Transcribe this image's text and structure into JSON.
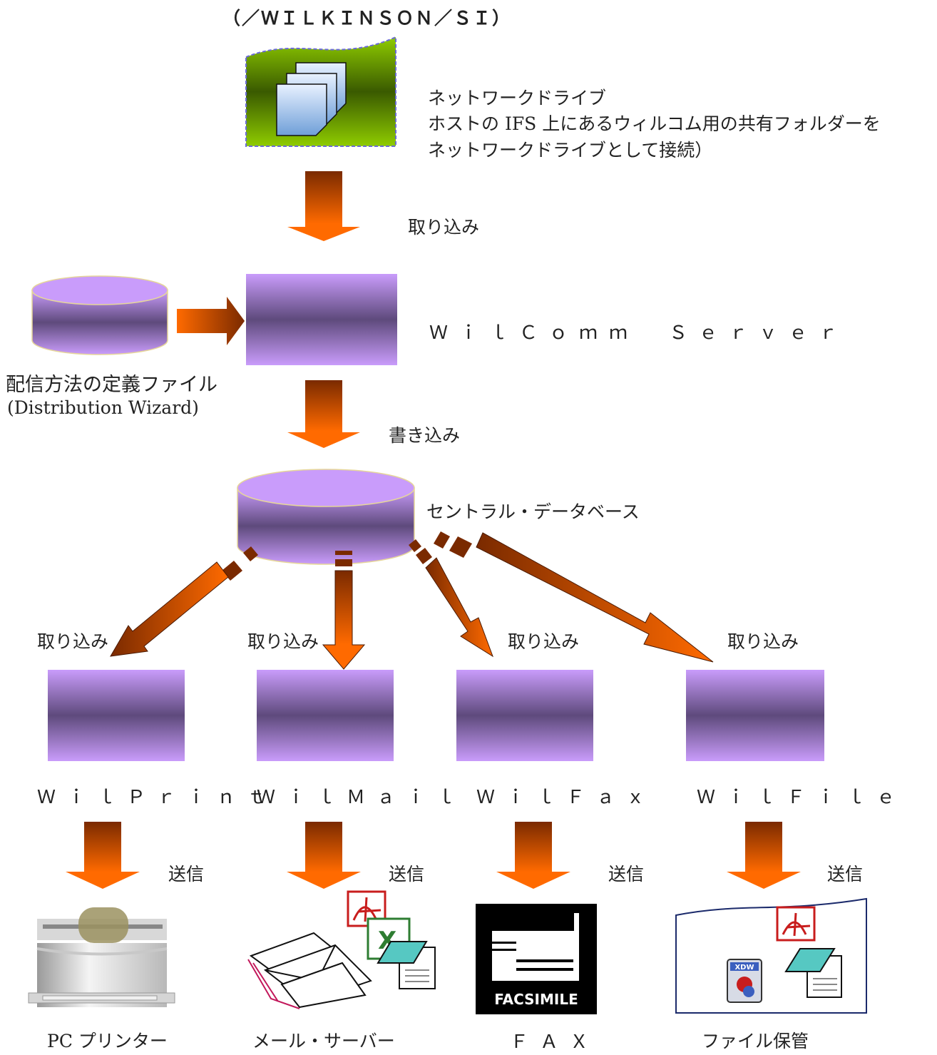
{
  "header": {
    "path": "（／ＷＩＬＫＩＮＳＯＮ／ＳＩ）"
  },
  "network_drive": {
    "line1": "ネットワークドライブ",
    "line2": "ホストの IFS 上にあるウィルコム用の共有フォルダーを",
    "line3": "ネットワークドライブとして接続）"
  },
  "steps": {
    "import_top": "取り込み",
    "write": "書き込み",
    "send": "送信"
  },
  "server": {
    "label": "ＷｉｌＣｏｍｍ　Ｓｅｒｖｅｒ"
  },
  "definition_file": {
    "line1": "配信方法の定義ファイル",
    "line2": "(Distribution Wizard)"
  },
  "central_db": {
    "label": "セントラル・データベース"
  },
  "modules": [
    {
      "name": "ＷｉｌＰｒｉｎｔ",
      "import": "取り込み",
      "output": "PC プリンター"
    },
    {
      "name": "ＷｉｌＭａｉｌ",
      "import": "取り込み",
      "output": "メール・サーバー"
    },
    {
      "name": "ＷｉｌＦａｘ",
      "import": "取り込み",
      "output": "ＦＡＸ"
    },
    {
      "name": "ＷｉｌＦｉｌｅ",
      "import": "取り込み",
      "output": "ファイル保管"
    }
  ],
  "fax_icon": {
    "text": "FACSIMILE"
  },
  "xdw_icon": {
    "text": "XDW"
  },
  "colors": {
    "purple_light": "#c99cfb",
    "purple_dark": "#5e4a7c",
    "arrow_dark": "#7a2a00",
    "arrow_light": "#ff6a00",
    "drive_green": "#8fcc00"
  }
}
